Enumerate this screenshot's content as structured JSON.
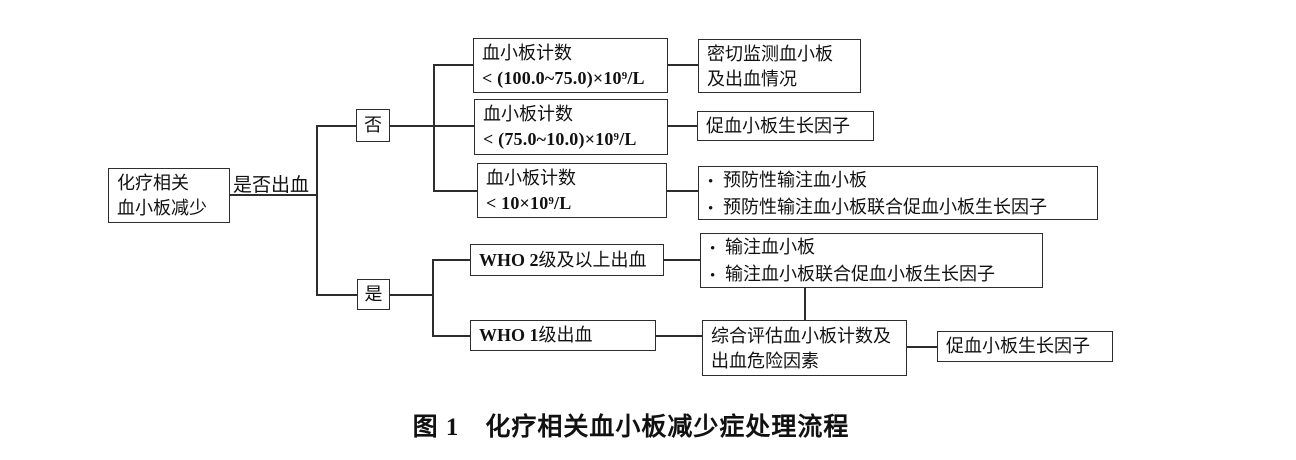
{
  "caption": "图 1　化疗相关血小板减少症处理流程",
  "bullet_char": "•",
  "flow": {
    "root": {
      "line1": "化疗相关",
      "line2": "血小板减少"
    },
    "decision_label": "是否出血",
    "no_branch": {
      "label": "否",
      "cond1": {
        "line1": "血小板计数",
        "line2": "< (100.0~75.0)×10⁹/L"
      },
      "cond2": {
        "line1": "血小板计数",
        "line2": "< (75.0~10.0)×10⁹/L"
      },
      "cond3": {
        "line1": "血小板计数",
        "line2": "< 10×10⁹/L"
      },
      "result1": {
        "line1": "密切监测血小板",
        "line2": "及出血情况"
      },
      "result2": "促血小板生长因子",
      "result3": {
        "bullet1": "预防性输注血小板",
        "bullet2": "预防性输注血小板联合促血小板生长因子"
      }
    },
    "yes_branch": {
      "label": "是",
      "cond1": {
        "bold": "WHO 2",
        "rest": "级及以上出血"
      },
      "cond2": {
        "bold": "WHO 1",
        "rest": "级出血"
      },
      "result1": {
        "bullet1": "输注血小板",
        "bullet2": "输注血小板联合促血小板生长因子"
      },
      "evaluate": {
        "line1": "综合评估血小板计数及",
        "line2": "出血危险因素"
      },
      "result2": "促血小板生长因子"
    }
  }
}
